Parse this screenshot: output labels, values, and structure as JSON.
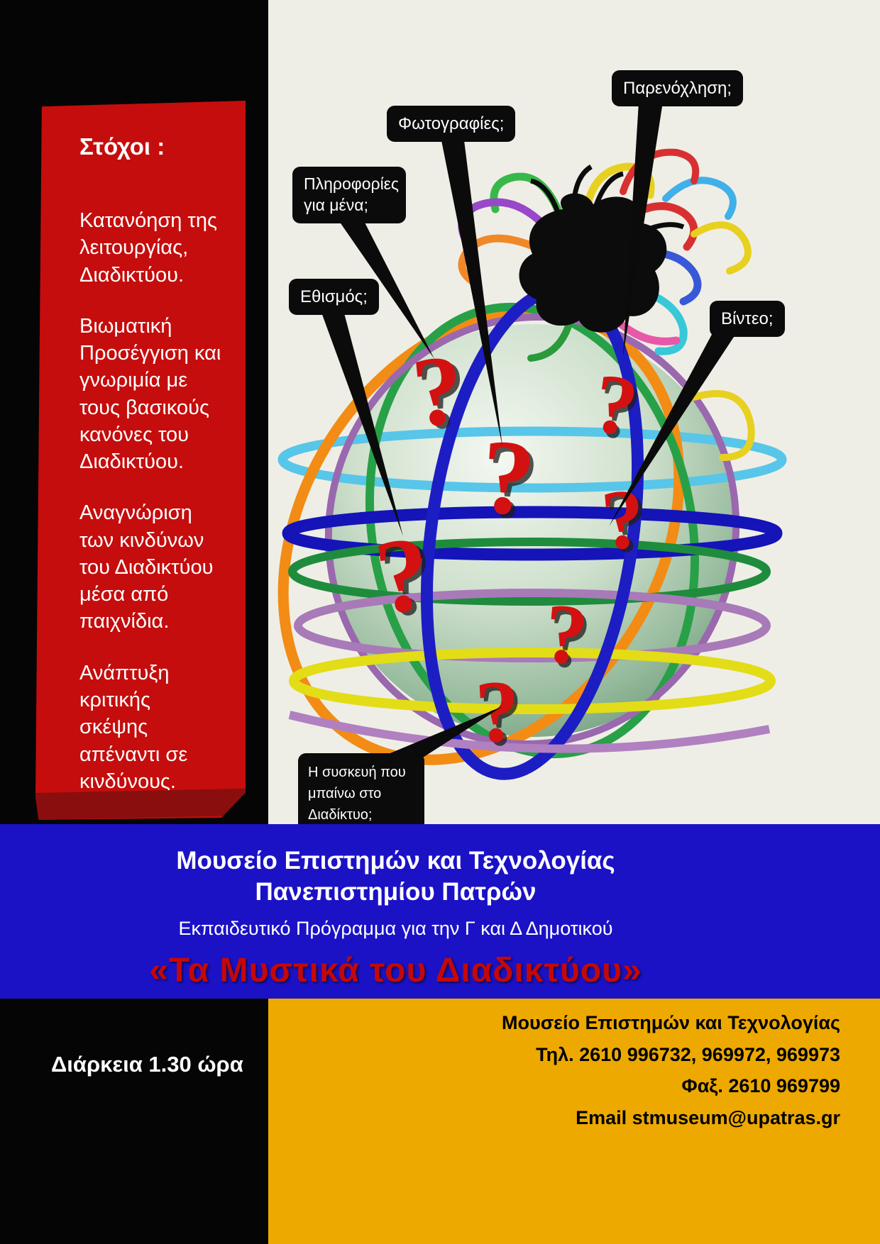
{
  "page": {
    "background": "#efeee6",
    "left_panel_color": "#050505",
    "accent_red": "#c50d0d",
    "accent_blue": "#1b12c6",
    "accent_gold": "#eda900"
  },
  "goals": {
    "heading": "Στόχοι :",
    "items": [
      "Κατανόηση της λειτουργίας, Διαδικτύου.",
      "Βιωματική Προσέγγιση και γνωριμία με τους βασικούς κανόνες του Διαδικτύου.",
      "Αναγνώριση  των   κινδύνων του Διαδικτύου μέσα από παιχνίδια.",
      "Ανάπτυξη κριτικής σκέψης απέναντι σε κινδύνους."
    ]
  },
  "callouts": [
    {
      "label": "Παρενόχληση;"
    },
    {
      "label": "Φωτογραφίες;"
    },
    {
      "label": "Πληροφορίες για μένα;"
    },
    {
      "label": "Εθισμός;"
    },
    {
      "label": "Βίντεο;"
    },
    {
      "label": "Η συσκευή που μπαίνω  στο Διαδίκτυο;"
    }
  ],
  "illustration": {
    "globe": "ribbon-wireframe-globe",
    "monster": "black-tentacle-internet-monster",
    "question_mark_glyph": "?",
    "question_mark_color": "#d31111"
  },
  "blue_band": {
    "museum_line1": "Μουσείο  Επιστημών και Τεχνολογίας",
    "museum_line2": "Πανεπιστημίου Πατρών",
    "program_line": "Εκπαιδευτικό Πρόγραμμα για την Γ και Δ Δημοτικού",
    "title": "«Τα Μυστικά του Διαδικτύου»"
  },
  "bottom": {
    "duration": "Διάρκεια  1.30 ώρα",
    "contact_lines": [
      "Μουσείο Επιστημών και Τεχνολογίας",
      "Τηλ. 2610 996732, 969972, 969973",
      "Φαξ. 2610 969799",
      "Email stmuseum@upatras.gr"
    ]
  }
}
